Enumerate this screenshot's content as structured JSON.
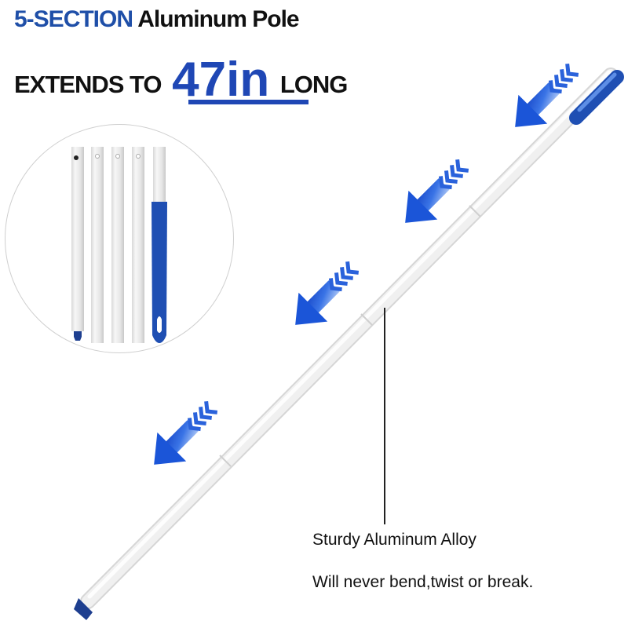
{
  "headline": {
    "line1_accent": "5-SECTION",
    "line1_rest": "Aluminum Pole",
    "line2_prefix": "EXTENDS TO",
    "line2_value": "47in",
    "line2_suffix": "LONG"
  },
  "inset": {
    "description": "5 disassembled pole sections",
    "section_count": 5
  },
  "callout": {
    "title": "Sturdy Aluminum Alloy",
    "subtitle": "Will never bend,twist or break."
  },
  "colors": {
    "accent_blue": "#1f47b5",
    "arrow_blue": "#1e5fe0",
    "pole_white": "#f4f4f4"
  },
  "icons": [
    "arrow-down-left-icon",
    "arrow-down-left-icon",
    "arrow-down-left-icon",
    "arrow-down-left-icon"
  ]
}
